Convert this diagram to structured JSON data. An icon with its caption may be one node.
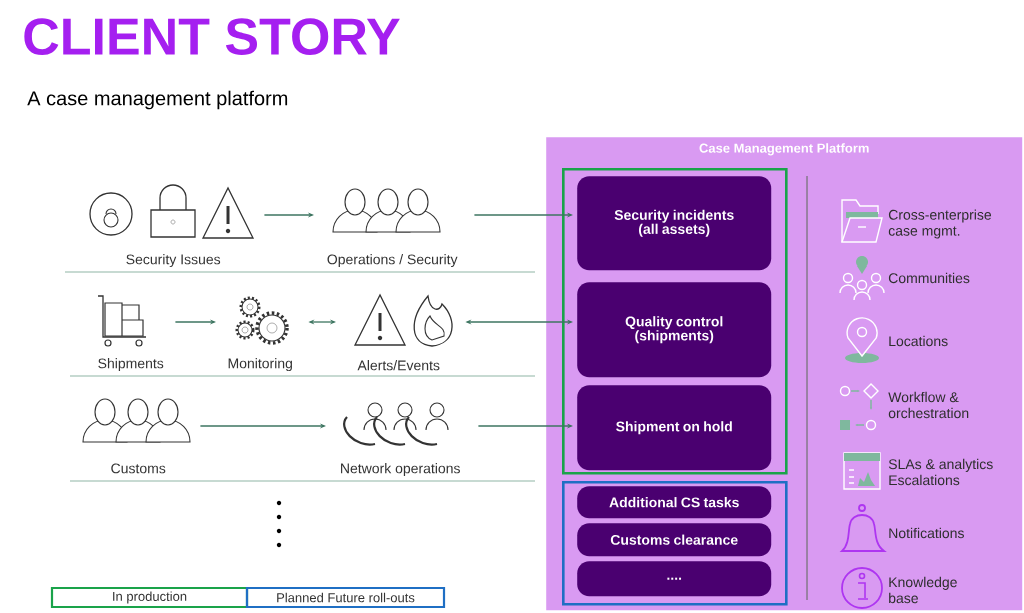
{
  "diagram": {
    "title": "CLIENT STORY",
    "nodes": [
      {
        "text": [
          "Security Issues"
        ]
      },
      {
        "text": [
          "Operations / Security"
        ]
      },
      {
        "text": [
          "Shipments"
        ]
      },
      {
        "text": [
          "Monitoring"
        ]
      },
      {
        "text": [
          "Alerts/Events"
        ]
      },
      {
        "text": [
          "Customs"
        ]
      },
      {
        "text": [
          "Network operations"
        ]
      },
      {
        "text": [
          "Case Management Platform"
        ]
      },
      {
        "text": [],
        "shape": "box",
        "in": 7
      },
      {
        "text": [
          "Security incidents (all assets)"
        ],
        "in": 8
      },
      {
        "text": [
          "Quality control (shipments)"
        ],
        "in": 8
      },
      {
        "text": [
          "Shipment on hold"
        ],
        "in": 8
      },
      {
        "text": [],
        "shape": "box",
        "in": 7
      },
      {
        "text": [
          "Additional CS tasks"
        ],
        "in": 12
      },
      {
        "text": [
          "Customs clearance"
        ],
        "in": 12
      },
      {
        "text": [
          "...."
        ],
        "in": 12
      }
    ],
    "edges": [
      {
        "from": 0,
        "to": 1,
        "arrow": "to"
      },
      {
        "from": 1,
        "to": 9,
        "arrow": "to"
      },
      {
        "from": 2,
        "to": 3,
        "arrow": "to"
      },
      {
        "from": 3,
        "to": 4,
        "arrow": "both"
      },
      {
        "from": 4,
        "to": 10,
        "arrow": "both"
      },
      {
        "from": 5,
        "to": 6,
        "arrow": "to"
      },
      {
        "from": 6,
        "to": 11,
        "arrow": "to"
      }
    ],
    "labels": [
      "A case management platform",
      "Cross-enterprise case mgmt.",
      "Communities",
      "Locations",
      "Workflow & orchestration",
      "SLAs & analytics Escalations",
      "Notifications",
      "Knowledge base"
    ],
    "legend": [
      {
        "text": "In production",
        "color": "#1aa34a"
      },
      {
        "text": "Planned Future roll-outs",
        "color": "#1f6fc4"
      }
    ]
  }
}
